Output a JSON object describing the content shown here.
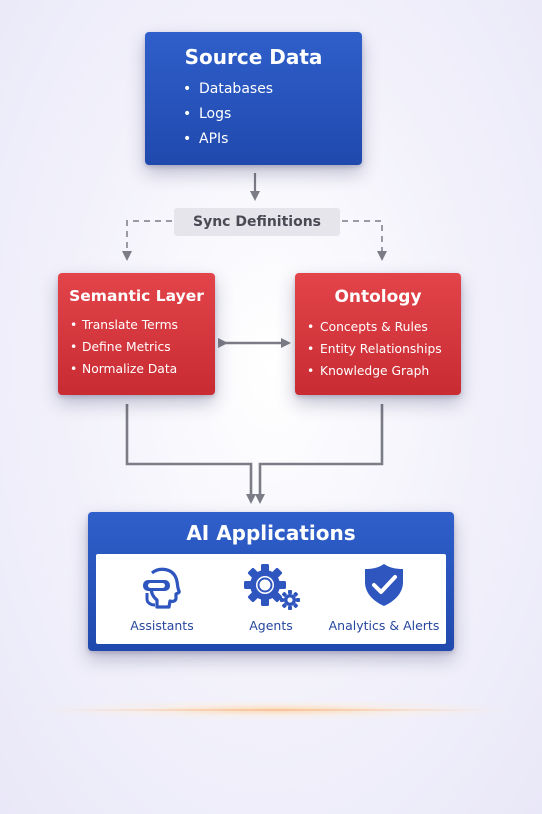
{
  "source": {
    "title": "Source Data",
    "items": [
      "Databases",
      "Logs",
      "APIs"
    ]
  },
  "sync": {
    "label": "Sync Definitions"
  },
  "semantic_layer": {
    "title": "Semantic Layer",
    "items": [
      "Translate Terms",
      "Define Metrics",
      "Normalize Data"
    ]
  },
  "ontology": {
    "title": "Ontology",
    "items": [
      "Concepts & Rules",
      "Entity Relationships",
      "Knowledge Graph"
    ]
  },
  "ai_applications": {
    "title": "AI Applications",
    "apps": [
      {
        "label": "Assistants",
        "icon": "assistant-head-icon"
      },
      {
        "label": "Agents",
        "icon": "gear-icon"
      },
      {
        "label": "Analytics & Alerts",
        "icon": "shield-check-icon"
      }
    ]
  },
  "colors": {
    "blue": "#2a55bd",
    "red": "#d8363d",
    "connector": "#7c7c86",
    "sync_pill": "#e6e5ec",
    "app_icon": "#2f56bf"
  }
}
